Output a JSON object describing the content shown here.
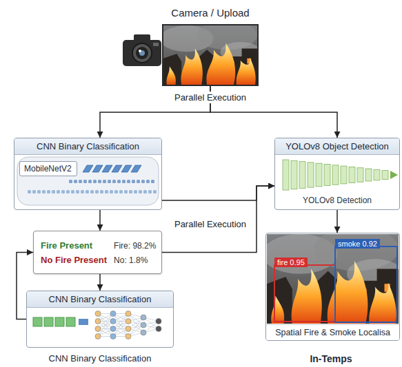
{
  "diagram": {
    "nodes": [
      {
        "text": [
          "Camera / Upload"
        ]
      },
      {
        "text": [
          "CNN Binary Classification"
        ]
      },
      {
        "text": [
          "MobileNetV2"
        ],
        "in": 1
      },
      {
        "text": [
          "YOLOv8 Object Detection",
          "YOLOv8 Detection"
        ]
      },
      {
        "text": [
          "Fire Present",
          "Fire: 98.2%",
          "No Fire Present",
          "No: 1.8%"
        ]
      },
      {
        "text": [
          "CNN Binary Classification",
          "CNN Binary Classification"
        ]
      },
      {
        "text": [
          "Spatial Fire & Smoke Localisa"
        ]
      }
    ],
    "edges": [
      {
        "from": 0,
        "to": 1,
        "arrow": "to"
      },
      {
        "from": 0,
        "to": 3,
        "arrow": "to"
      },
      {
        "from": 1,
        "to": 3,
        "arrow": "to"
      },
      {
        "from": 4,
        "to": 3,
        "arrow": "to"
      },
      {
        "from": 1,
        "to": 4,
        "arrow": "to"
      },
      {
        "from": 4,
        "to": 5,
        "arrow": "to"
      },
      {
        "from": 5,
        "to": 4,
        "arrow": "to"
      },
      {
        "from": 3,
        "to": 6,
        "arrow": "to"
      }
    ],
    "labels": [
      "Parallel Execution",
      "Parallel Execution",
      "smoke 0.92",
      "fire 0.95",
      "In-Temps"
    ]
  }
}
